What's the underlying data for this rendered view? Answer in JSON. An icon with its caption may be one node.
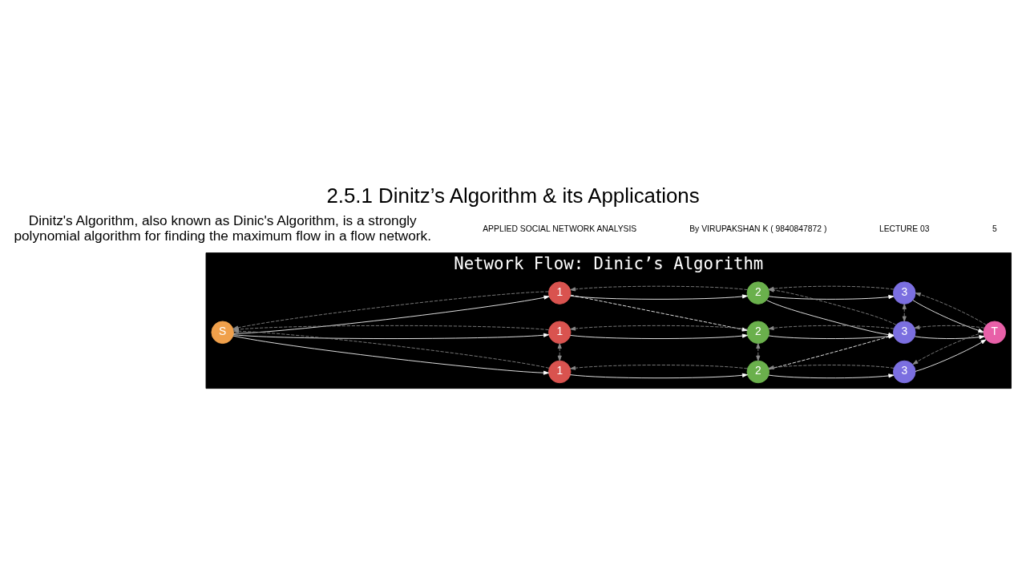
{
  "diagram": {
    "title": "2.5.1 Dinitz’s Algorithm & its Applications",
    "nodes": [
      {
        "text": [
          "Network Flow: Dinic’s Algorithm"
        ]
      },
      {
        "text": [
          "S"
        ],
        "in": 0
      },
      {
        "text": [
          "1"
        ],
        "in": 0
      },
      {
        "text": [
          "1"
        ],
        "in": 0
      },
      {
        "text": [
          "1"
        ],
        "in": 0
      },
      {
        "text": [
          "2"
        ],
        "in": 0
      },
      {
        "text": [
          "2"
        ],
        "in": 0
      },
      {
        "text": [
          "2"
        ],
        "in": 0
      },
      {
        "text": [
          "3"
        ],
        "in": 0
      },
      {
        "text": [
          "3"
        ],
        "in": 0
      },
      {
        "text": [
          "3"
        ],
        "in": 0
      },
      {
        "text": [
          "T"
        ],
        "in": 0
      }
    ],
    "edges": [
      {
        "from": 1,
        "to": 2,
        "arrow": "to",
        "color": "#ffffff"
      },
      {
        "from": 1,
        "to": 3,
        "arrow": "to",
        "color": "#ffffff"
      },
      {
        "from": 1,
        "to": 4,
        "arrow": "to",
        "color": "#ffffff"
      },
      {
        "from": 2,
        "to": 5,
        "arrow": "to",
        "color": "#ffffff"
      },
      {
        "from": 3,
        "to": 6,
        "arrow": "to",
        "color": "#ffffff"
      },
      {
        "from": 4,
        "to": 7,
        "arrow": "to",
        "color": "#ffffff"
      },
      {
        "from": 4,
        "to": 6,
        "arrow": "to",
        "style": "dashed",
        "color": "#ffffff"
      },
      {
        "from": 5,
        "to": 8,
        "arrow": "to",
        "color": "#ffffff"
      },
      {
        "from": 5,
        "to": 9,
        "arrow": "to",
        "style": "dashed",
        "color": "#ffffff"
      },
      {
        "from": 6,
        "to": 9,
        "arrow": "to",
        "color": "#ffffff"
      },
      {
        "from": 7,
        "to": 9,
        "arrow": "to",
        "color": "#ffffff"
      },
      {
        "from": 7,
        "to": 10,
        "arrow": "to",
        "color": "#ffffff"
      },
      {
        "from": 8,
        "to": 11,
        "arrow": "to",
        "color": "#ffffff"
      },
      {
        "from": 9,
        "to": 11,
        "arrow": "to",
        "color": "#ffffff"
      },
      {
        "from": 10,
        "to": 11,
        "arrow": "to",
        "color": "#ffffff"
      },
      {
        "from": 2,
        "to": 3,
        "arrow": "both",
        "style": "dashed"
      },
      {
        "from": 5,
        "to": 6,
        "arrow": "both",
        "style": "dashed"
      },
      {
        "from": 9,
        "to": 10,
        "arrow": "both",
        "style": "dashed"
      },
      {
        "from": 2,
        "to": 1,
        "arrow": "to",
        "style": "dashed"
      },
      {
        "from": 3,
        "to": 1,
        "arrow": "to",
        "style": "dashed"
      },
      {
        "from": 4,
        "to": 1,
        "arrow": "to",
        "style": "dashed"
      },
      {
        "from": 5,
        "to": 2,
        "arrow": "to",
        "style": "dashed"
      },
      {
        "from": 6,
        "to": 3,
        "arrow": "to",
        "style": "dashed"
      },
      {
        "from": 7,
        "to": 4,
        "arrow": "to",
        "style": "dashed"
      },
      {
        "from": 8,
        "to": 5,
        "arrow": "to",
        "style": "dashed"
      },
      {
        "from": 9,
        "to": 6,
        "arrow": "to",
        "style": "dashed"
      },
      {
        "from": 9,
        "to": 7,
        "arrow": "to",
        "style": "dashed"
      },
      {
        "from": 10,
        "to": 7,
        "arrow": "to",
        "style": "dashed"
      },
      {
        "from": 11,
        "to": 8,
        "arrow": "to",
        "style": "dashed"
      },
      {
        "from": 11,
        "to": 9,
        "arrow": "to",
        "style": "dashed"
      },
      {
        "from": 11,
        "to": 10,
        "arrow": "to",
        "style": "dashed"
      }
    ],
    "labels": [
      "Dinitz's Algorithm, also known as Dinic's Algorithm, is a strongly polynomial algorithm for finding the maximum flow in a flow network.",
      "APPLIED SOCIAL NETWORK ANALYSIS",
      "By VIRUPAKSHAN K ( 9840847872 )",
      "LECTURE 03",
      "5"
    ]
  }
}
